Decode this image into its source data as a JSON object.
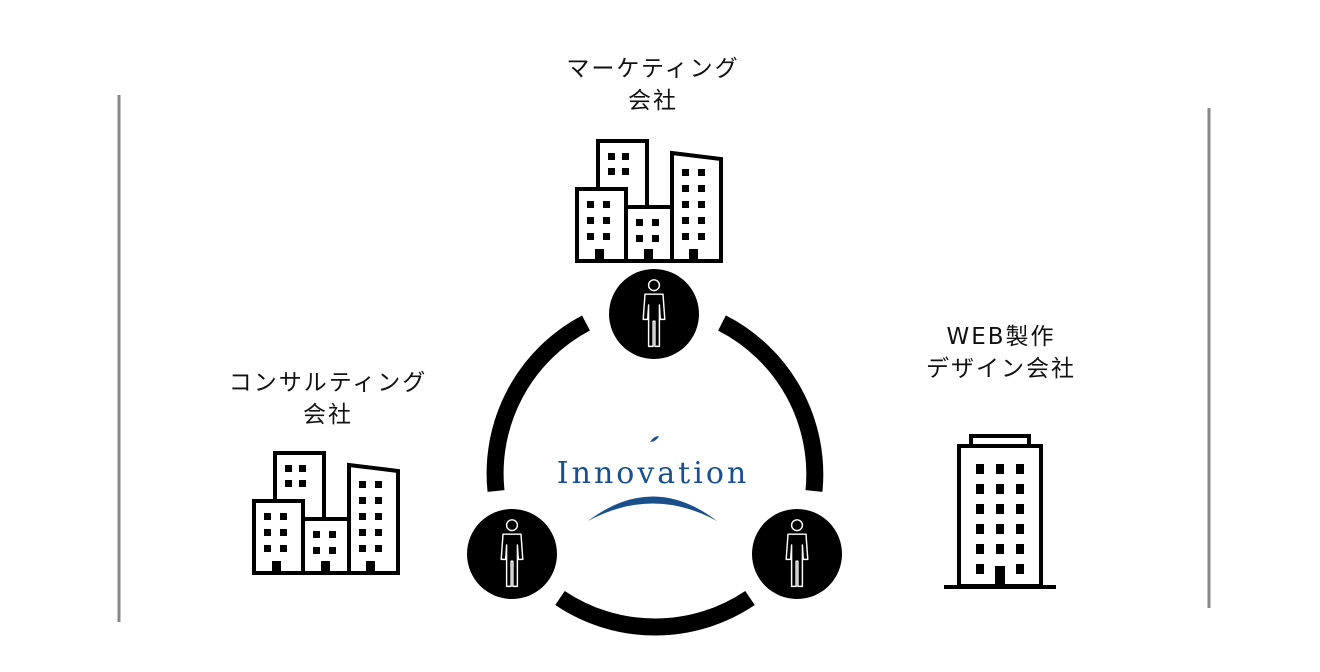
{
  "labels": {
    "top_line1": "マーケティング",
    "top_line2": "会社",
    "left_line1": "コンサルティング",
    "left_line2": "会社",
    "right_line1": "WEB製作",
    "right_line2": "デザイン会社"
  },
  "logo": {
    "text": "Innovation"
  },
  "icons": {
    "top_building": "office-buildings-icon",
    "left_building": "office-buildings-icon",
    "right_building": "office-tower-icon",
    "person": "person-icon"
  },
  "colors": {
    "ink": "#000000",
    "line": "#888888",
    "logo": "#1a4f8e"
  }
}
